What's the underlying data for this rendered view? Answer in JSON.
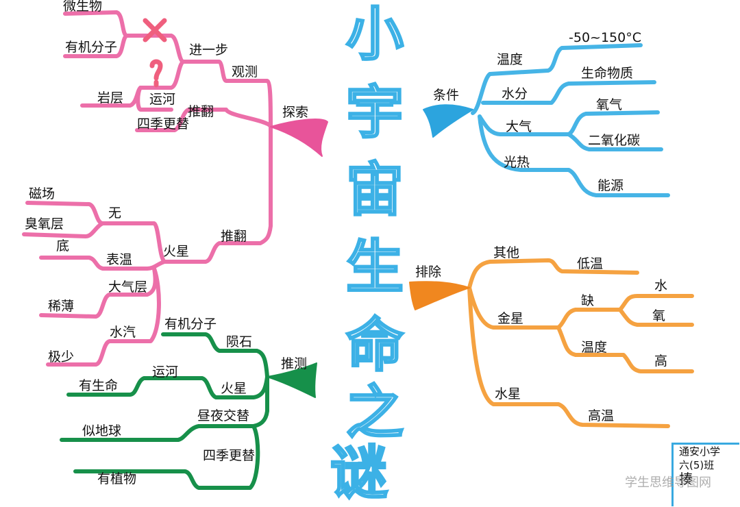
{
  "title": [
    "小",
    "宇",
    "宙",
    "生",
    "命",
    "之",
    "谜"
  ],
  "colors": {
    "pink": "#ec6fa9",
    "green": "#17904a",
    "blue": "#46b4e6",
    "orange": "#f5a241",
    "title": "#3cb1e6"
  },
  "explore": {
    "hub": "探索",
    "observe": "观测",
    "further": "进一步",
    "overturn1": "推翻",
    "microbes": "微生物",
    "organic": "有机分子",
    "rock": "岩层",
    "canal": "运河",
    "seasons": "四季更替",
    "overturn2": "推翻",
    "mars": "火星",
    "none": "无",
    "magnetic": "磁场",
    "ozone": "臭氧层",
    "surface_temp": "表温",
    "low": "底",
    "atmosphere": "大气层",
    "thin": "稀薄",
    "vapor": "水汽",
    "scarce": "极少"
  },
  "speculate": {
    "hub": "推测",
    "meteorite": "陨石",
    "organic": "有机分子",
    "mars": "火星",
    "canal": "运河",
    "life": "有生命",
    "daynight": "昼夜交替",
    "earthlike": "似地球",
    "seasons": "四季更替",
    "plants": "有植物"
  },
  "conditions": {
    "hub": "条件",
    "temperature": "温度",
    "temp_range": "-50~150°C",
    "water": "水分",
    "life_matter": "生命物质",
    "air": "大气",
    "oxygen": "氧气",
    "co2": "二氧化碳",
    "light": "光热",
    "energy": "能源"
  },
  "exclude": {
    "hub": "排除",
    "others": "其他",
    "low_temp": "低温",
    "venus": "金星",
    "lack": "缺",
    "water": "水",
    "oxygen": "氧",
    "temperature": "温度",
    "high": "高",
    "mercury": "水星",
    "high_temp": "高温"
  },
  "credit": {
    "school": "通安小学",
    "class": "六(5)班",
    "name": "揍"
  },
  "watermark": "学生思维导图网"
}
